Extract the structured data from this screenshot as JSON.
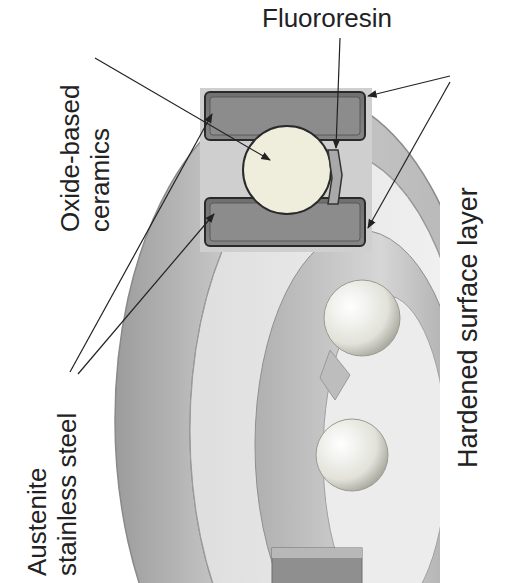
{
  "diagram": {
    "labels": [
      "Oxide-based ceramics",
      "Fluororesin",
      "Hardened surface layer",
      "Austenite stainless steel"
    ]
  }
}
